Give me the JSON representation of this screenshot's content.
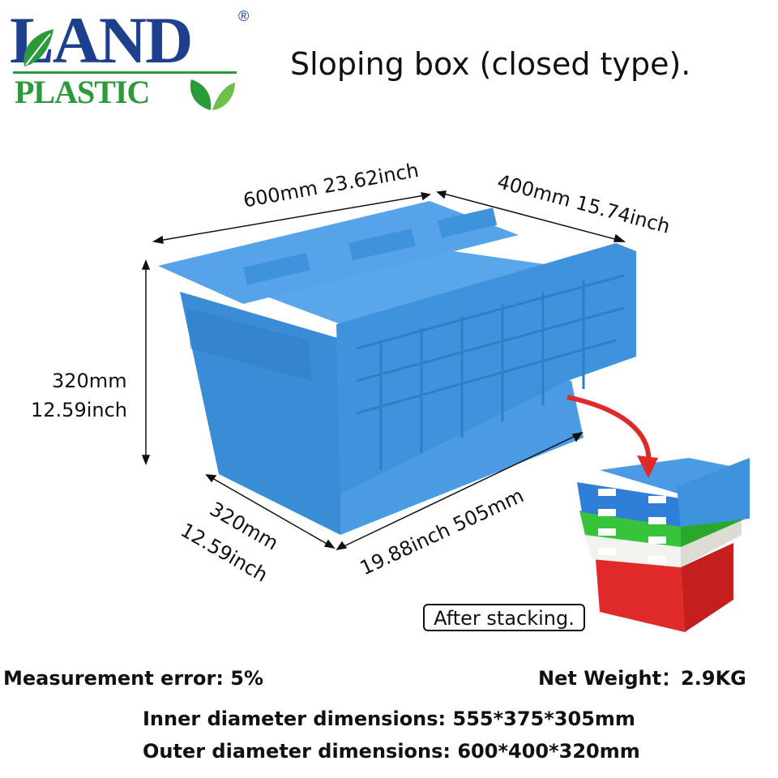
{
  "logo": {
    "line1": "LAND",
    "line2": "PLASTIC",
    "registered": "®"
  },
  "title": "Sloping box (closed type).",
  "dimensions": {
    "top_length": "600mm 23.62inch",
    "top_width": "400mm 15.74inch",
    "height_mm": "320mm",
    "height_inch": "12.59inch",
    "bottom_width_mm": "320mm",
    "bottom_width_inch": "12.59inch",
    "bottom_length": "19.88inch 505mm"
  },
  "stack_caption": "After stacking.",
  "specs": {
    "measurement_error": "Measurement error: 5%",
    "net_weight": "Net Weight：2.9KG",
    "inner": "Inner diameter dimensions: 555*375*305mm",
    "outer": "Outer diameter dimensions: 600*400*320mm"
  },
  "colors": {
    "brand_blue": "#1d3f8e",
    "brand_green": "#2a9a3a",
    "box_blue": "#3f93dc",
    "arrow_red": "#e02a2a"
  }
}
